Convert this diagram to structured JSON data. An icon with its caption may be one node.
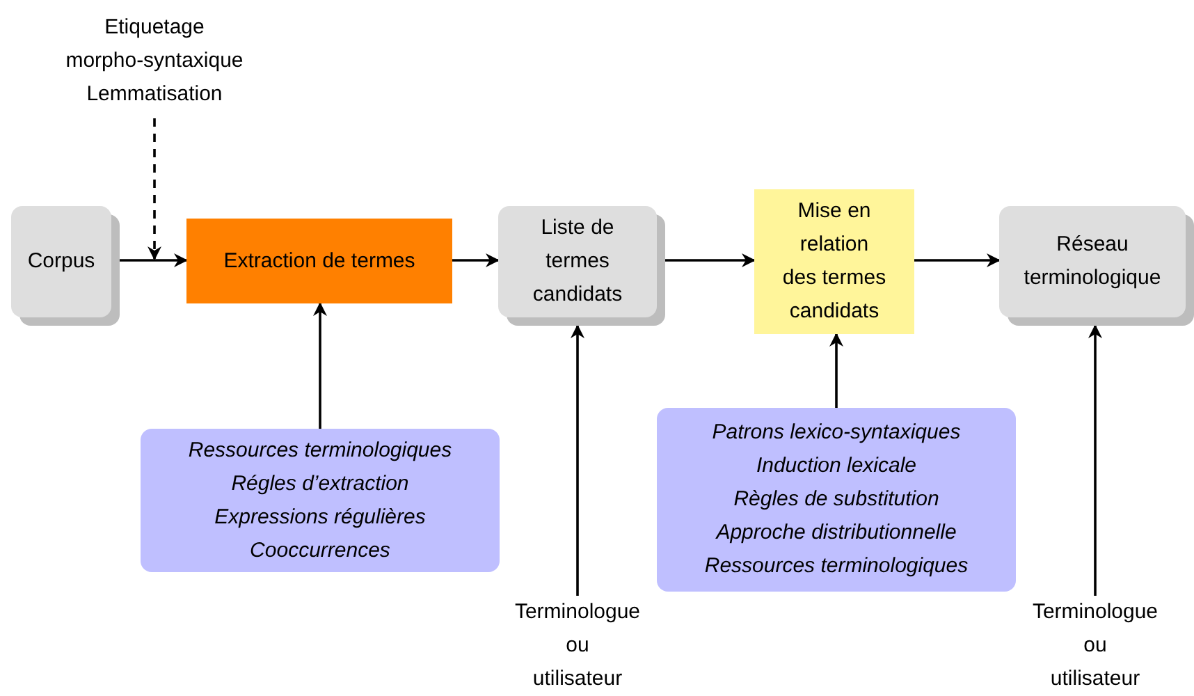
{
  "diagram": {
    "nodes": [
      {
        "text": [
          "Etiquetage morpho-syntaxique",
          "Lemmatisation"
        ]
      },
      {
        "text": [
          "Corpus"
        ]
      },
      {
        "text": [
          "Extraction de termes"
        ]
      },
      {
        "text": [
          "Liste de termes candidats"
        ]
      },
      {
        "text": [
          "Mise en relation des termes candidats"
        ]
      },
      {
        "text": [
          "Réseau terminologique"
        ]
      },
      {
        "text": [
          "Ressources terminologiques",
          "Régles d’extraction",
          "Expressions régulières",
          "Cooccurrences"
        ]
      },
      {
        "text": [
          "Terminologue ou utilisateur"
        ]
      },
      {
        "text": [
          "Patrons lexico-syntaxiques",
          "Induction lexicale",
          "Règles de substitution",
          "Approche distributionnelle",
          "Ressources terminologiques"
        ]
      },
      {
        "text": [
          "Terminologue ou utilisateur"
        ]
      }
    ],
    "edges": [
      {
        "from": 0,
        "to": 2,
        "arrow": "to",
        "style": "dashed"
      },
      {
        "from": 1,
        "to": 2,
        "arrow": "to"
      },
      {
        "from": 2,
        "to": 3,
        "arrow": "to"
      },
      {
        "from": 3,
        "to": 4,
        "arrow": "to"
      },
      {
        "from": 4,
        "to": 5,
        "arrow": "to"
      },
      {
        "from": 6,
        "to": 2,
        "arrow": "to"
      },
      {
        "from": 7,
        "to": 3,
        "arrow": "to"
      },
      {
        "from": 8,
        "to": 4,
        "arrow": "to"
      },
      {
        "from": 9,
        "to": 5,
        "arrow": "to"
      }
    ]
  }
}
